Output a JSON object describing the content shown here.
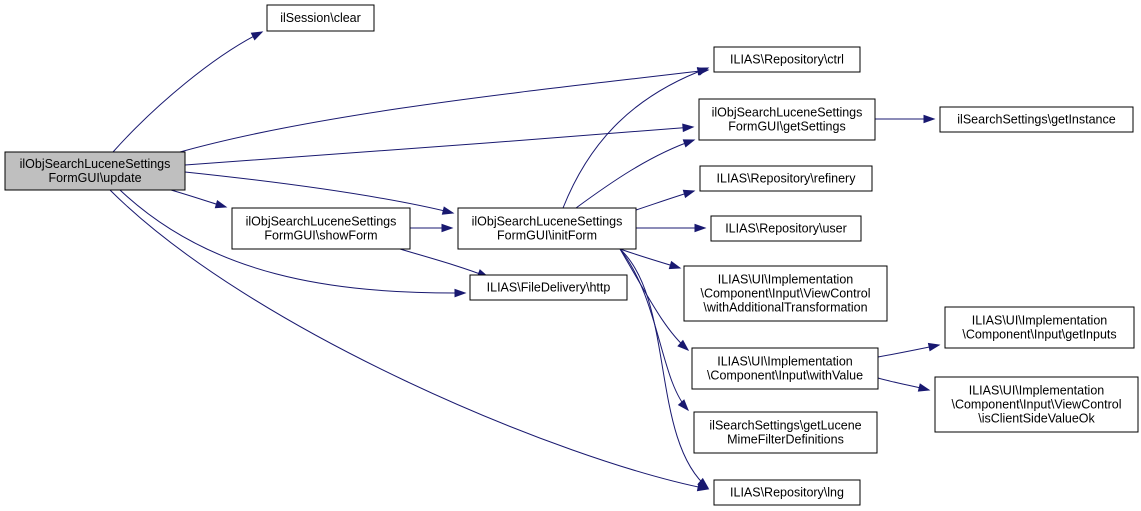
{
  "diagram": {
    "type": "call-graph",
    "colors": {
      "edge": "#191970",
      "root_fill": "#bfbfbf",
      "node_fill": "#ffffff",
      "border": "#000000"
    },
    "nodes": [
      {
        "id": "update",
        "lines": [
          "ilObjSearchLuceneSettings",
          "FormGUI\\update"
        ],
        "root": true
      },
      {
        "id": "session_clear",
        "lines": [
          "ilSession\\clear"
        ]
      },
      {
        "id": "showForm",
        "lines": [
          "ilObjSearchLuceneSettings",
          "FormGUI\\showForm"
        ]
      },
      {
        "id": "initForm",
        "lines": [
          "ilObjSearchLuceneSettings",
          "FormGUI\\initForm"
        ]
      },
      {
        "id": "http",
        "lines": [
          "ILIAS\\FileDelivery\\http"
        ]
      },
      {
        "id": "ctrl",
        "lines": [
          "ILIAS\\Repository\\ctrl"
        ]
      },
      {
        "id": "getSettings",
        "lines": [
          "ilObjSearchLuceneSettings",
          "FormGUI\\getSettings"
        ]
      },
      {
        "id": "refinery",
        "lines": [
          "ILIAS\\Repository\\refinery"
        ]
      },
      {
        "id": "user",
        "lines": [
          "ILIAS\\Repository\\user"
        ]
      },
      {
        "id": "withAdditionalTransformation",
        "lines": [
          "ILIAS\\UI\\Implementation",
          "\\Component\\Input\\ViewControl",
          "\\withAdditionalTransformation"
        ]
      },
      {
        "id": "withValue",
        "lines": [
          "ILIAS\\UI\\Implementation",
          "\\Component\\Input\\withValue"
        ]
      },
      {
        "id": "getLuceneMime",
        "lines": [
          "ilSearchSettings\\getLucene",
          "MimeFilterDefinitions"
        ]
      },
      {
        "id": "lng",
        "lines": [
          "ILIAS\\Repository\\lng"
        ]
      },
      {
        "id": "getInstance",
        "lines": [
          "ilSearchSettings\\getInstance"
        ]
      },
      {
        "id": "getInputs",
        "lines": [
          "ILIAS\\UI\\Implementation",
          "\\Component\\Input\\getInputs"
        ]
      },
      {
        "id": "isClientSideValueOk",
        "lines": [
          "ILIAS\\UI\\Implementation",
          "\\Component\\Input\\ViewControl",
          "\\isClientSideValueOk"
        ]
      }
    ],
    "edges": [
      {
        "from": "update",
        "to": "session_clear"
      },
      {
        "from": "update",
        "to": "ctrl"
      },
      {
        "from": "update",
        "to": "getSettings"
      },
      {
        "from": "update",
        "to": "initForm"
      },
      {
        "from": "update",
        "to": "showForm"
      },
      {
        "from": "update",
        "to": "http"
      },
      {
        "from": "update",
        "to": "lng"
      },
      {
        "from": "showForm",
        "to": "initForm"
      },
      {
        "from": "showForm",
        "to": "http"
      },
      {
        "from": "initForm",
        "to": "ctrl"
      },
      {
        "from": "initForm",
        "to": "getSettings"
      },
      {
        "from": "initForm",
        "to": "refinery"
      },
      {
        "from": "initForm",
        "to": "user"
      },
      {
        "from": "initForm",
        "to": "withAdditionalTransformation"
      },
      {
        "from": "initForm",
        "to": "withValue"
      },
      {
        "from": "initForm",
        "to": "getLuceneMime"
      },
      {
        "from": "initForm",
        "to": "lng"
      },
      {
        "from": "getSettings",
        "to": "getInstance"
      },
      {
        "from": "withValue",
        "to": "getInputs"
      },
      {
        "from": "withValue",
        "to": "isClientSideValueOk"
      }
    ]
  }
}
